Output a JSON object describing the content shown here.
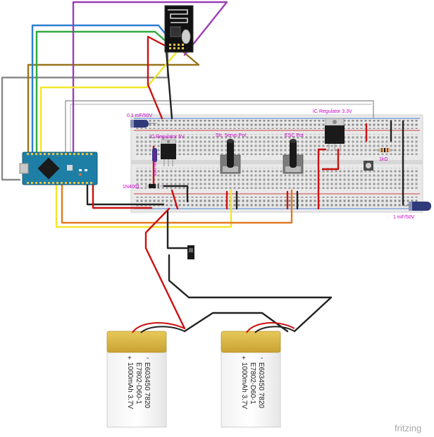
{
  "labels": {
    "cap_small": "0.1 mF/50V",
    "cap_large": "1 mF/50V",
    "reg5": "IC Regulator 5V",
    "reg33": "IC Regulator 3.3V",
    "servo_pot": "Str. Servo Pot",
    "esc_pot": "ESC Pot",
    "diode": "1N4001",
    "cap_mid": "100 mF/50V",
    "resistor": "1kΩ"
  },
  "batteries": [
    {
      "line1": "E603450 7820",
      "line2": "E7802-D60-1",
      "line3": "1000mAh 3.7V",
      "plus": "+",
      "minus": "-"
    },
    {
      "line1": "E603450 7820",
      "line2": "E7802-D60-1",
      "line3": "1000mAh 3.7V",
      "plus": "+",
      "minus": "-"
    }
  ],
  "brand": "fritzing",
  "colors": {
    "wire_red": "#cc1111",
    "wire_black": "#222222",
    "wire_yellow": "#f2e52a",
    "wire_orange": "#e07a22",
    "wire_blue": "#2c7fd0",
    "wire_green": "#2faa3c",
    "wire_purple": "#9b3fb4",
    "wire_brown": "#99741a",
    "wire_gray": "#8a8a8a",
    "arduino": "#1e7fa6",
    "battery_top": "#d9b84a"
  }
}
